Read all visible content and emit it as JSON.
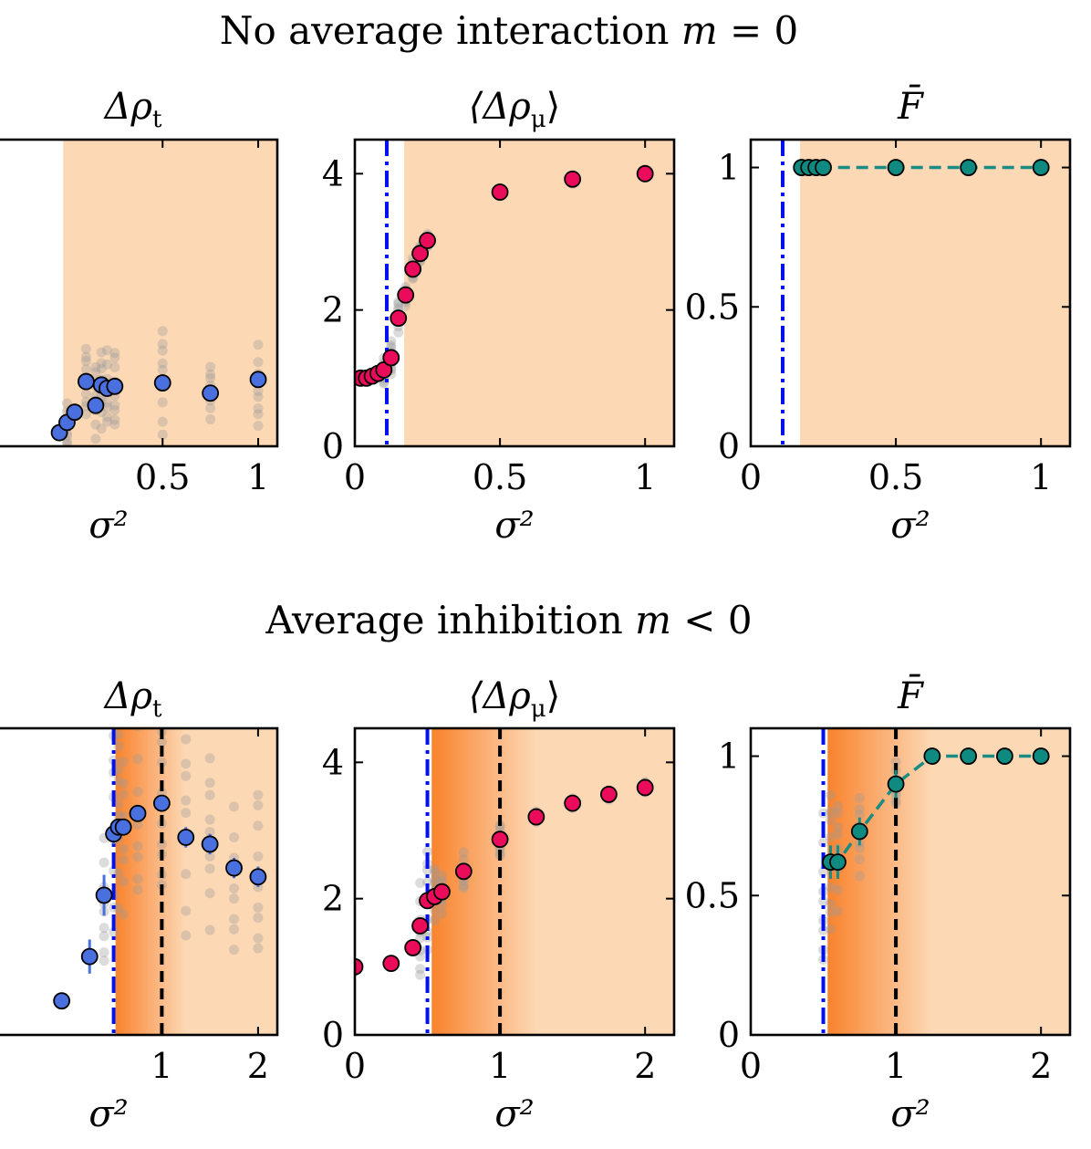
{
  "figure": {
    "row_titles": [
      "No average interaction m = 0",
      "Average inhibition m < 0"
    ],
    "row_title_parts": [
      {
        "text": "No average interaction ",
        "var": "m",
        "rel": " = 0"
      },
      {
        "text": "Average inhibition ",
        "var": "m",
        "rel": " < 0"
      }
    ]
  },
  "colors": {
    "blue_marker": "#4a70e0",
    "pink_marker": "#ea0b5a",
    "teal_marker": "#0e8a80",
    "teal_line": "#1a8c82",
    "shade": "#fcd8b4",
    "shade_dark": "#f98a36",
    "blue_vline": "#0010ee",
    "black_vline": "#000000",
    "gray_dot": "#9a9a9a"
  },
  "chart_data": [
    {
      "type": "scatter",
      "id": "top-left",
      "title": "Δρ_t",
      "title_base": "Δρ",
      "title_sub": "t",
      "xlabel": "σ²",
      "xlim": [
        -0.36,
        1.1
      ],
      "ylim": [
        0,
        4.5
      ],
      "xticks": [
        0.5,
        1
      ],
      "xticklabels": [
        "0.5",
        "1"
      ],
      "yticks": [],
      "yticklabels": [],
      "vline_blue": null,
      "vline_black": null,
      "shade": {
        "from": -0.02,
        "to": 1.1,
        "gradient": null
      },
      "series": [
        {
          "marker": "blue",
          "x": [
            -0.04,
            0,
            0.04,
            0.1,
            0.15,
            0.18,
            0.21,
            0.25,
            0.5,
            0.75,
            1.0
          ],
          "y": [
            0.2,
            0.35,
            0.5,
            0.95,
            0.6,
            0.9,
            0.85,
            0.88,
            0.93,
            0.78,
            0.98
          ],
          "err": [
            0,
            0,
            0,
            0,
            0,
            0,
            0,
            0,
            0,
            0,
            0
          ]
        }
      ],
      "connect": false,
      "scatter_samples": {
        "x": [
          0,
          0.1,
          0.15,
          0.18,
          0.21,
          0.25,
          0.5,
          0.75,
          1.0
        ],
        "spread": [
          0.4,
          0.6,
          0.7,
          0.8,
          0.7,
          0.7,
          0.95,
          0.55,
          0.85
        ]
      }
    },
    {
      "type": "scatter",
      "id": "top-middle",
      "title": "⟨Δρ_μ⟩",
      "title_base": "⟨Δρ",
      "title_sub": "μ",
      "title_end": "⟩",
      "xlabel": "σ²",
      "xlim": [
        0,
        1.1
      ],
      "ylim": [
        0,
        4.5
      ],
      "xticks": [
        0,
        0.5,
        1
      ],
      "xticklabels": [
        "0",
        "0.5",
        "1"
      ],
      "yticks": [
        0,
        2,
        4
      ],
      "yticklabels": [
        "0",
        "2",
        "4"
      ],
      "vline_blue": 0.11,
      "vline_black": null,
      "shade": {
        "from": 0.17,
        "to": 1.1,
        "gradient": null
      },
      "series": [
        {
          "marker": "pink",
          "x": [
            0.02,
            0.04,
            0.06,
            0.08,
            0.1,
            0.125,
            0.15,
            0.175,
            0.2,
            0.225,
            0.25,
            0.5,
            0.75,
            1.0
          ],
          "y": [
            1.0,
            1.0,
            1.03,
            1.07,
            1.12,
            1.3,
            1.88,
            2.22,
            2.6,
            2.83,
            3.02,
            3.73,
            3.92,
            4.0
          ],
          "err": [
            0,
            0,
            0,
            0,
            0,
            0,
            0,
            0,
            0,
            0,
            0,
            0,
            0,
            0
          ]
        }
      ],
      "connect": false,
      "scatter_samples": {
        "x": [
          0.1,
          0.125,
          0.15,
          0.175,
          0.2,
          0.225,
          0.25,
          0.5,
          0.75,
          1.0
        ],
        "spread": [
          0.25,
          0.3,
          0.3,
          0.2,
          0.2,
          0.15,
          0.12,
          0.08,
          0.08,
          0.08
        ]
      }
    },
    {
      "type": "line",
      "id": "top-right",
      "title": "F̄",
      "title_base": "F̄",
      "xlabel": "σ²",
      "xlim": [
        0,
        1.1
      ],
      "ylim": [
        0,
        1.1
      ],
      "xticks": [
        0,
        0.5,
        1
      ],
      "xticklabels": [
        "0",
        "0.5",
        "1"
      ],
      "yticks": [
        0,
        0.5,
        1
      ],
      "yticklabels": [
        "0",
        "0.5",
        "1"
      ],
      "vline_blue": 0.11,
      "vline_black": null,
      "shade": {
        "from": 0.17,
        "to": 1.1,
        "gradient": null
      },
      "series": [
        {
          "marker": "teal",
          "x": [
            0.175,
            0.2,
            0.225,
            0.25,
            0.5,
            0.75,
            1.0
          ],
          "y": [
            1,
            1,
            1,
            1,
            1,
            1,
            1
          ],
          "err": [
            0,
            0,
            0,
            0,
            0,
            0,
            0
          ]
        }
      ],
      "connect": true,
      "scatter_samples": null
    },
    {
      "type": "scatter",
      "id": "bottom-left",
      "title": "Δρ_t",
      "title_base": "Δρ",
      "title_sub": "t",
      "xlabel": "σ²",
      "xlim": [
        -0.7,
        2.2
      ],
      "ylim": [
        0,
        4.5
      ],
      "xticks": [
        1,
        2
      ],
      "xticklabels": [
        "1",
        "2"
      ],
      "yticks": [],
      "yticklabels": [],
      "vline_blue": 0.5,
      "vline_black": 1.0,
      "shade": {
        "from": 0.52,
        "to": 2.2,
        "gradient": {
          "from": 0.52,
          "to": 1.25
        }
      },
      "series": [
        {
          "marker": "blue",
          "x": [
            -0.04,
            0.25,
            0.4,
            0.5,
            0.55,
            0.6,
            0.75,
            1.0,
            1.25,
            1.5,
            1.75,
            2.0
          ],
          "y": [
            0.5,
            1.15,
            2.05,
            2.95,
            3.05,
            3.05,
            3.25,
            3.4,
            2.9,
            2.8,
            2.45,
            2.32
          ],
          "err": [
            0,
            0.25,
            0.3,
            0.15,
            0.1,
            0.1,
            0.1,
            0.1,
            0.15,
            0.15,
            0.15,
            0.15
          ]
        }
      ],
      "connect": false,
      "scatter_samples": {
        "x": [
          0.4,
          0.5,
          0.55,
          0.6,
          0.75,
          1.0,
          1.25,
          1.5,
          1.75,
          2.0
        ],
        "spread": [
          1.2,
          1.8,
          1.7,
          1.6,
          1.6,
          1.5,
          1.8,
          1.8,
          1.5,
          1.5
        ]
      }
    },
    {
      "type": "scatter",
      "id": "bottom-middle",
      "title": "⟨Δρ_μ⟩",
      "title_base": "⟨Δρ",
      "title_sub": "μ",
      "title_end": "⟩",
      "xlabel": "σ²",
      "xlim": [
        0,
        2.2
      ],
      "ylim": [
        0,
        4.5
      ],
      "xticks": [
        0,
        1,
        2
      ],
      "xticklabels": [
        "0",
        "1",
        "2"
      ],
      "yticks": [
        0,
        2,
        4
      ],
      "yticklabels": [
        "0",
        "2",
        "4"
      ],
      "vline_blue": 0.5,
      "vline_black": 1.0,
      "shade": {
        "from": 0.53,
        "to": 2.2,
        "gradient": {
          "from": 0.53,
          "to": 1.25
        }
      },
      "series": [
        {
          "marker": "pink",
          "x": [
            0.0,
            0.25,
            0.4,
            0.45,
            0.5,
            0.55,
            0.6,
            0.75,
            1.0,
            1.25,
            1.5,
            1.75,
            2.0
          ],
          "y": [
            1.0,
            1.05,
            1.28,
            1.6,
            1.97,
            2.03,
            2.1,
            2.4,
            2.87,
            3.2,
            3.4,
            3.53,
            3.63
          ],
          "err": [
            0,
            0,
            0,
            0,
            0,
            0,
            0,
            0,
            0,
            0,
            0,
            0,
            0
          ]
        }
      ],
      "connect": false,
      "scatter_samples": {
        "x": [
          0.45,
          0.5,
          0.55,
          0.6,
          0.75,
          1.0,
          1.25,
          1.5,
          1.75,
          2.0
        ],
        "spread": [
          0.9,
          0.9,
          0.5,
          0.4,
          0.35,
          0.3,
          0.1,
          0.1,
          0.1,
          0.1
        ]
      }
    },
    {
      "type": "line",
      "id": "bottom-right",
      "title": "F̄",
      "title_base": "F̄",
      "xlabel": "σ²",
      "xlim": [
        0,
        2.2
      ],
      "ylim": [
        0,
        1.1
      ],
      "xticks": [
        0,
        1,
        2
      ],
      "xticklabels": [
        "0",
        "1",
        "2"
      ],
      "yticks": [
        0,
        0.5,
        1
      ],
      "yticklabels": [
        "0",
        "0.5",
        "1"
      ],
      "vline_blue": 0.5,
      "vline_black": 1.0,
      "shade": {
        "from": 0.53,
        "to": 2.2,
        "gradient": {
          "from": 0.53,
          "to": 1.25
        }
      },
      "series": [
        {
          "marker": "teal",
          "x": [
            0.55,
            0.6,
            0.75,
            1.0,
            1.25,
            1.5,
            1.75,
            2.0
          ],
          "y": [
            0.62,
            0.62,
            0.73,
            0.9,
            1.0,
            1.0,
            1.0,
            1.0
          ],
          "err": [
            0.06,
            0.06,
            0.05,
            0.05,
            0,
            0,
            0,
            0
          ]
        }
      ],
      "connect": true,
      "scatter_samples": {
        "x": [
          0.5,
          0.55,
          0.6,
          0.75,
          1.0
        ],
        "spread": [
          0.35,
          0.3,
          0.25,
          0.2,
          0.1
        ]
      }
    }
  ]
}
